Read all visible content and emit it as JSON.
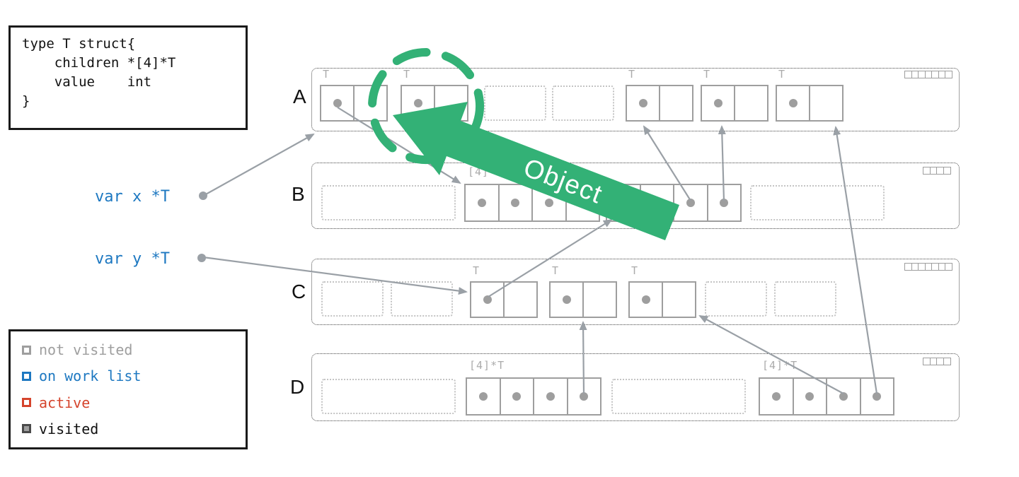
{
  "code_box": {
    "lines": [
      "type T struct{",
      "    children *[4]*T",
      "    value    int",
      "}"
    ]
  },
  "variables": [
    {
      "label": "var x *T"
    },
    {
      "label": "var y *T"
    }
  ],
  "legend": {
    "items": [
      {
        "label": "not visited",
        "color": "#9e9e9e"
      },
      {
        "label": "on work list",
        "color": "#1d78c1"
      },
      {
        "label": "active",
        "color": "#d5442c"
      },
      {
        "label": "visited",
        "color": "#111111",
        "swatch_fill": "#9e9e9e"
      }
    ]
  },
  "heap_rows": [
    {
      "label": "A",
      "bitmap_squares": 7
    },
    {
      "label": "B",
      "bitmap_squares": 4
    },
    {
      "label": "C",
      "bitmap_squares": 7
    },
    {
      "label": "D",
      "bitmap_squares": 4
    }
  ],
  "type_labels": {
    "struct": "T",
    "array": "[4]*T"
  },
  "callout": {
    "label": "Object"
  },
  "colors": {
    "object_border": "#9e9e9e",
    "pointer_dot": "#9e9e9e",
    "arrow_gray": "#9aa0a6",
    "accent_green": "#33b176",
    "var_blue": "#1d78c1",
    "active_red": "#d5442c"
  }
}
